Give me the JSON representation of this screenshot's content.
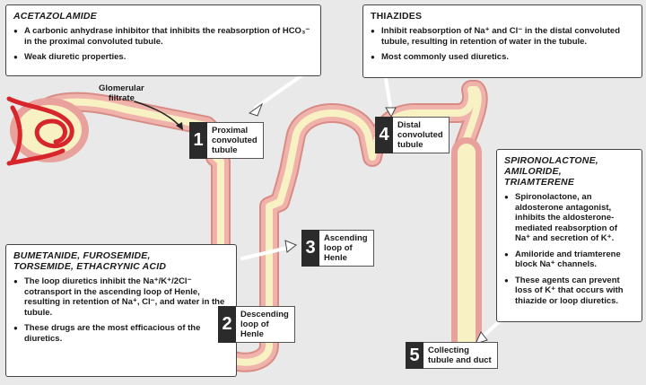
{
  "acetazolamide": {
    "title": "ACETAZOLAMIDE",
    "bullets": [
      "A carbonic anhydrase inhibitor that inhibits the reabsorption of HCO₃⁻ in the proximal convoluted tubule.",
      "Weak diuretic properties."
    ]
  },
  "thiazides": {
    "title": "THIAZIDES",
    "bullets": [
      "Inhibit reabsorption of Na⁺ and Cl⁻ in the distal convoluted tubule, resulting in retention of water in the tubule.",
      "Most commonly used diuretics."
    ]
  },
  "spironolactone": {
    "title": "SPIRONOLACTONE,\nAMILORIDE,\nTRIAMTERENE",
    "bullets": [
      "Spironolactone, an aldosterone antagonist, inhibits the aldosterone-mediated reabsorption of Na⁺ and secretion of K⁺.",
      "Amiloride and triamterene block Na⁺ channels.",
      "These agents can prevent loss of K⁺ that occurs with thiazide or loop diuretics."
    ]
  },
  "loop": {
    "title": "BUMETANIDE, FUROSEMIDE,\nTORSEMIDE, ETHACRYNIC ACID",
    "bullets": [
      "The loop diuretics inhibit the Na⁺/K⁺/2Cl⁻ cotransport in the ascending loop of Henle, resulting in retention of Na⁺, Cl⁻, and water in the tubule.",
      "These drugs are the most efficacious of the diuretics."
    ]
  },
  "glomerular_label": "Glomerular\nfiltrate",
  "steps": [
    {
      "num": "1",
      "label": "Proximal\nconvoluted\ntubule"
    },
    {
      "num": "2",
      "label": "Descending\nloop of\nHenle"
    },
    {
      "num": "3",
      "label": "Ascending\nloop of\nHenle"
    },
    {
      "num": "4",
      "label": "Distal\nconvoluted\ntubule"
    },
    {
      "num": "5",
      "label": "Collecting\ntubule and duct"
    }
  ],
  "colors": {
    "tubule_wall": "#e8a29b",
    "tubule_lumen": "#f7f1c4",
    "vessel": "#d7262b",
    "background": "#e9e9ea"
  }
}
